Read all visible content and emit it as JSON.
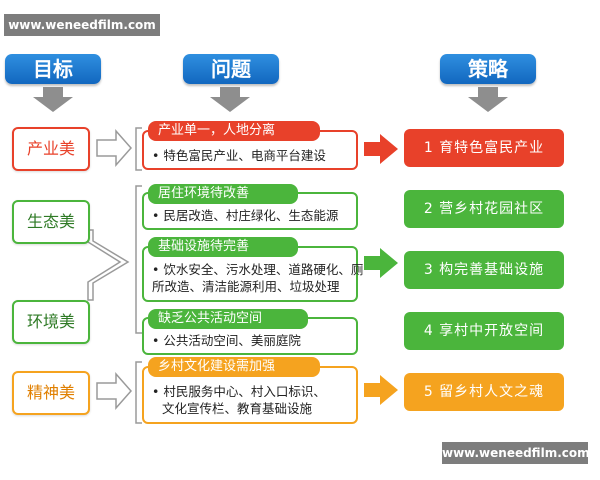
{
  "watermark": "www.weneedfilm.com",
  "headers": {
    "goals": "目标",
    "problems": "问题",
    "strategies": "策略"
  },
  "colors": {
    "blue": "#1b74cd",
    "red": "#e8412a",
    "green": "#4bb53c",
    "orange": "#f5a31f",
    "arrow_gray": "#8e8e8e"
  },
  "goals": [
    "产业美",
    "生态美",
    "环境美",
    "精神美"
  ],
  "problems": [
    {
      "title": "产业单一，人地分离",
      "items": [
        "• 特色富民产业、电商平台建设"
      ]
    },
    {
      "title": "居住环境待改善",
      "items": [
        "• 民居改造、村庄绿化、生态能源"
      ]
    },
    {
      "title": "基础设施待完善",
      "items": [
        "• 饮水安全、污水处理、道路硬化、厕",
        "所改造、清洁能源利用、垃圾处理"
      ]
    },
    {
      "title": "缺乏公共活动空间",
      "items": [
        "• 公共活动空间、美丽庭院"
      ]
    },
    {
      "title": "乡村文化建设需加强",
      "items": [
        "• 村民服务中心、村入口标识、",
        "文化宣传栏、教育基础设施"
      ]
    }
  ],
  "strategies": [
    "1 育特色富民产业",
    "2 营乡村花园社区",
    "3 构完善基础设施",
    "4 享村中开放空间",
    "5 留乡村人文之魂"
  ]
}
